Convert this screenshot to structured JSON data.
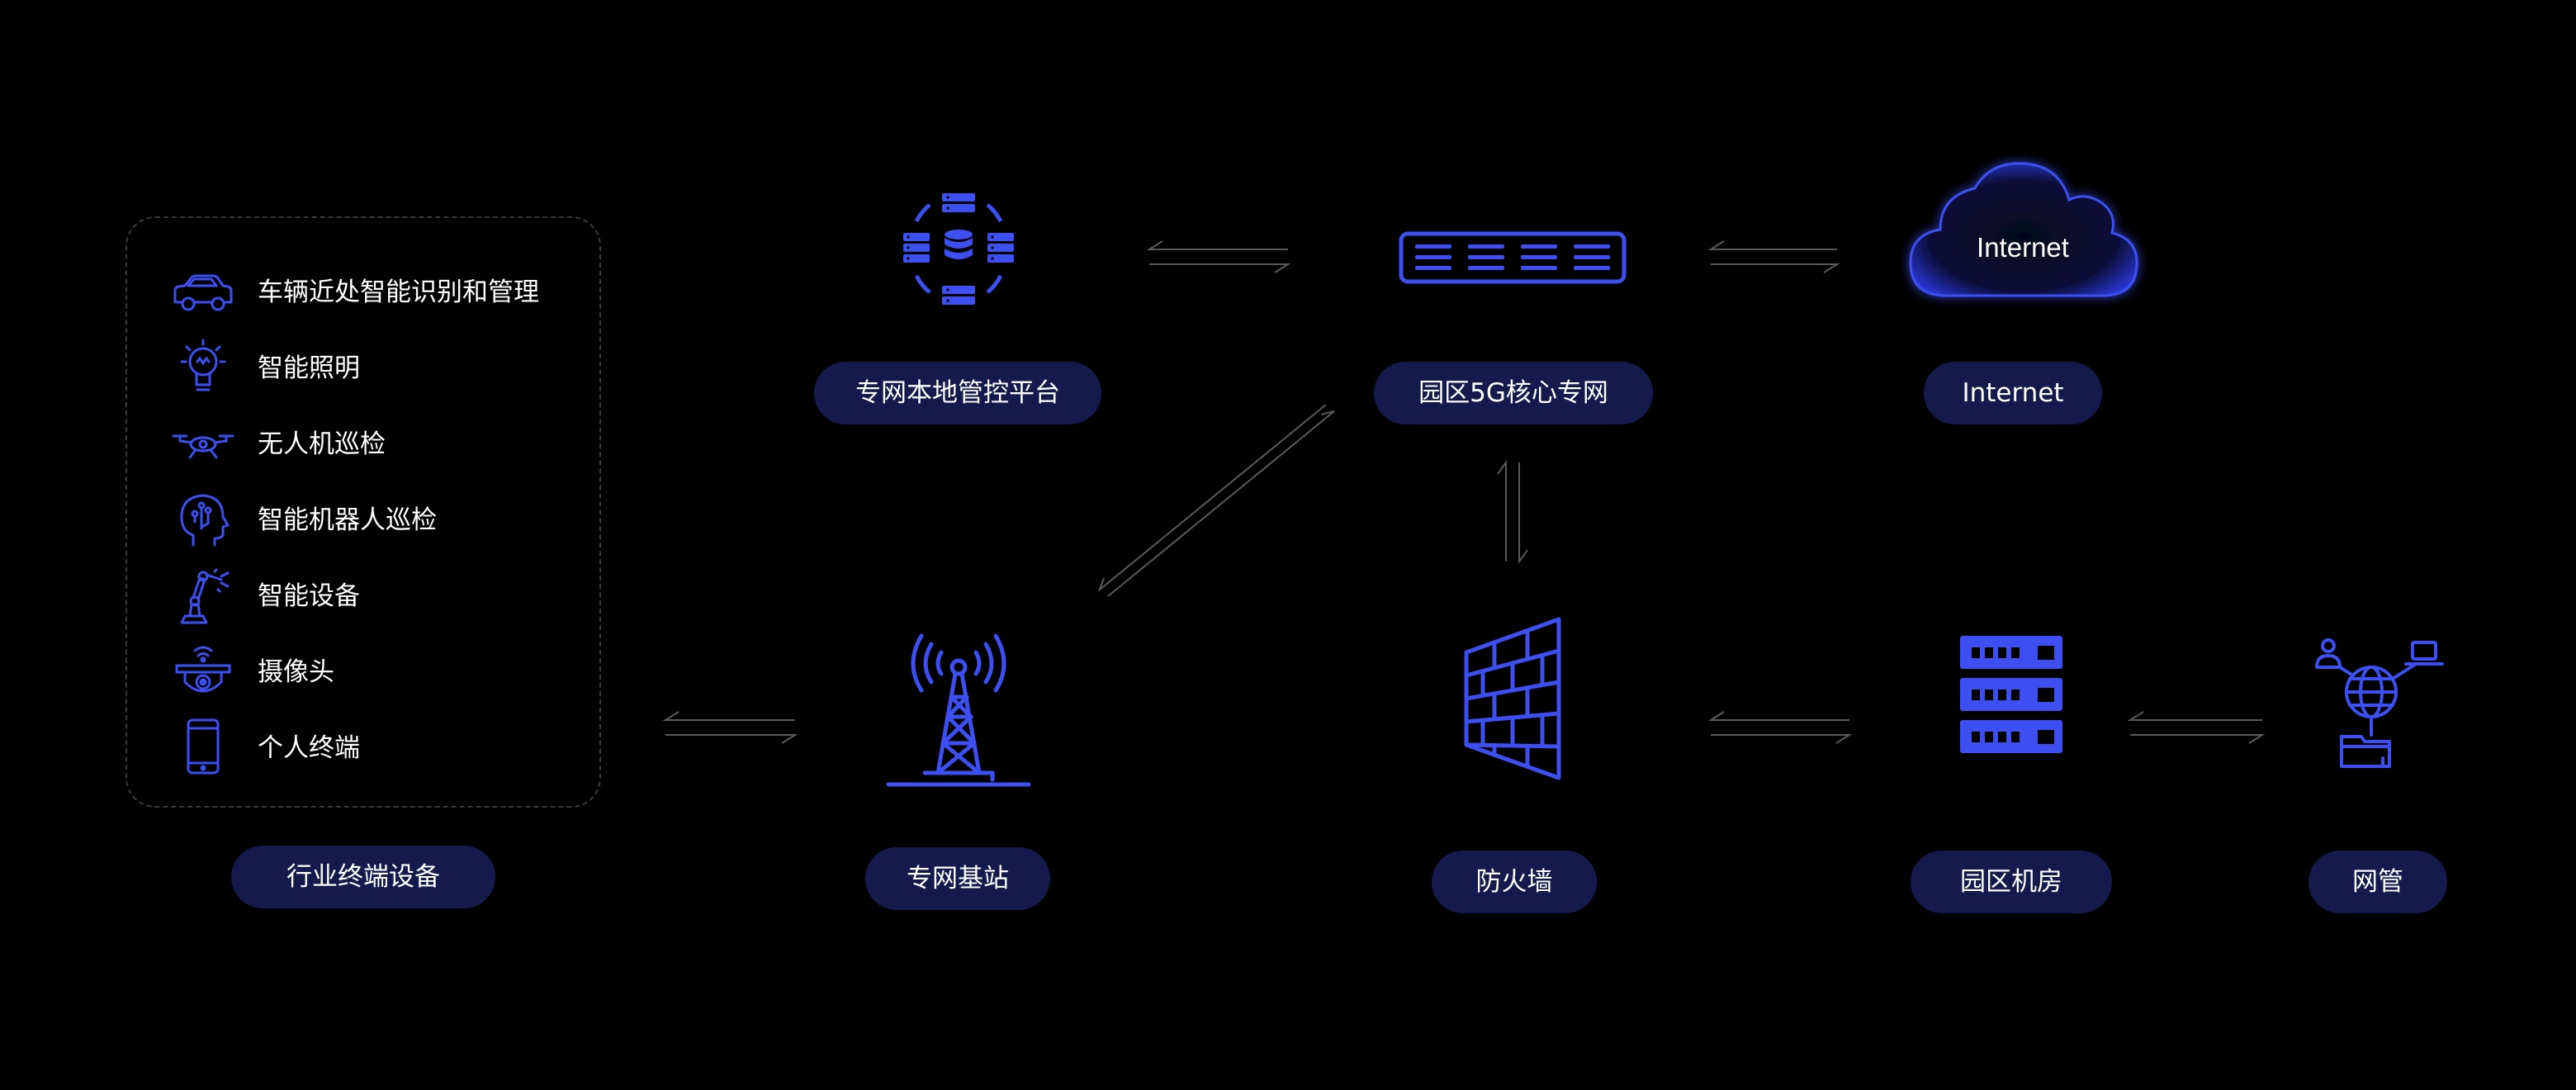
{
  "colors": {
    "background": "#000000",
    "icon_blue": "#3d4ff0",
    "pill_background": "#141b4c",
    "arrow": "#5a5a5a"
  },
  "terminal_devices": {
    "label": "行业终端设备",
    "items": [
      {
        "label": "车辆近处智能识别和管理",
        "icon": "car-icon"
      },
      {
        "label": "智能照明",
        "icon": "lightbulb-icon"
      },
      {
        "label": "无人机巡检",
        "icon": "drone-icon"
      },
      {
        "label": "智能机器人巡检",
        "icon": "robot-head-icon"
      },
      {
        "label": "智能设备",
        "icon": "robot-arm-icon"
      },
      {
        "label": "摄像头",
        "icon": "camera-icon"
      },
      {
        "label": "个人终端",
        "icon": "phone-icon"
      }
    ]
  },
  "nodes": {
    "platform": {
      "label": "专网本地管控平台",
      "icon": "server-cluster-icon"
    },
    "core": {
      "label": "园区5G核心专网",
      "icon": "network-switch-icon"
    },
    "internet": {
      "label": "Internet",
      "cloud_text": "Internet",
      "icon": "cloud-icon"
    },
    "base_station": {
      "label": "专网基站",
      "icon": "cell-tower-icon"
    },
    "firewall": {
      "label": "防火墙",
      "icon": "firewall-icon"
    },
    "server_room": {
      "label": "园区机房",
      "icon": "server-rack-icon"
    },
    "network_mgmt": {
      "label": "网管",
      "icon": "network-management-icon"
    }
  }
}
